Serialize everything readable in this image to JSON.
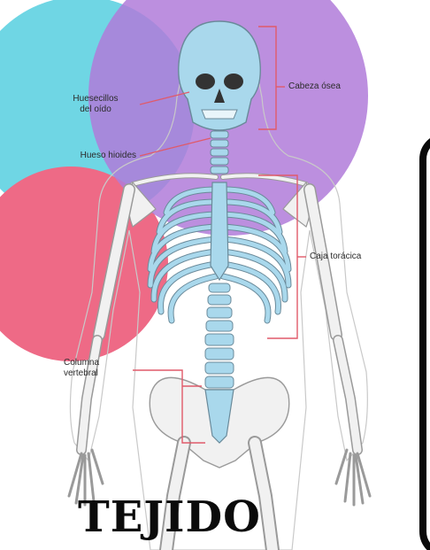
{
  "colors": {
    "teal_circle": "#6fd6e4",
    "purple_circle": "#b07bd9",
    "pink_circle": "#ee6a86",
    "bone_blue": "#a9d8ec",
    "bone_gray": "#f1f1f1",
    "bone_outline": "#9a9a9a",
    "leader_red": "#e05a6a"
  },
  "labels": {
    "huesecillos_line1": "Huesecillos",
    "huesecillos_line2": "del oído",
    "hueso_hioides": "Hueso hioides",
    "cabeza_osea": "Cabeza ósea",
    "caja_toracica": "Caja torácica",
    "columna_line1": "Columna",
    "columna_line2": "vertebral"
  },
  "title": "TEJIDO"
}
